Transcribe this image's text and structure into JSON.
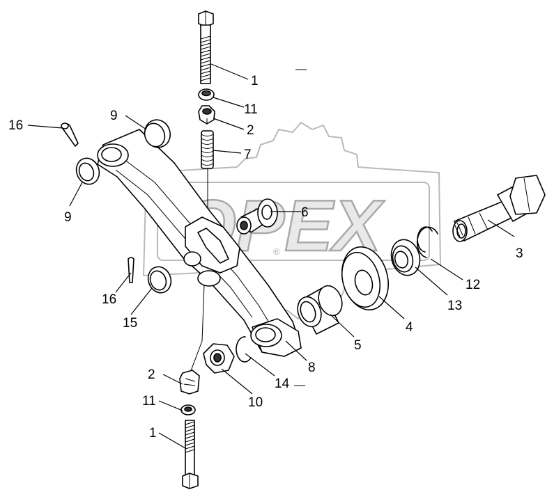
{
  "watermark": {
    "text": "OPEX",
    "reg": "®",
    "color": "#b9b9b9"
  },
  "callouts": [
    {
      "id": "c1-top",
      "text": "1"
    },
    {
      "id": "c11-top",
      "text": "11"
    },
    {
      "id": "c2-top",
      "text": "2"
    },
    {
      "id": "c7",
      "text": "7"
    },
    {
      "id": "c6",
      "text": "6"
    },
    {
      "id": "c3",
      "text": "3"
    },
    {
      "id": "c12",
      "text": "12"
    },
    {
      "id": "c13",
      "text": "13"
    },
    {
      "id": "c4",
      "text": "4"
    },
    {
      "id": "c5",
      "text": "5"
    },
    {
      "id": "c8",
      "text": "8"
    },
    {
      "id": "c14",
      "text": "14"
    },
    {
      "id": "c10",
      "text": "10"
    },
    {
      "id": "c9-top",
      "text": "9"
    },
    {
      "id": "c16-top",
      "text": "16"
    },
    {
      "id": "c9-left",
      "text": "9"
    },
    {
      "id": "c16-mid",
      "text": "16"
    },
    {
      "id": "c15",
      "text": "15"
    },
    {
      "id": "c2-bottom",
      "text": "2"
    },
    {
      "id": "c11-bottom",
      "text": "11"
    },
    {
      "id": "c1-bottom",
      "text": "1"
    }
  ]
}
